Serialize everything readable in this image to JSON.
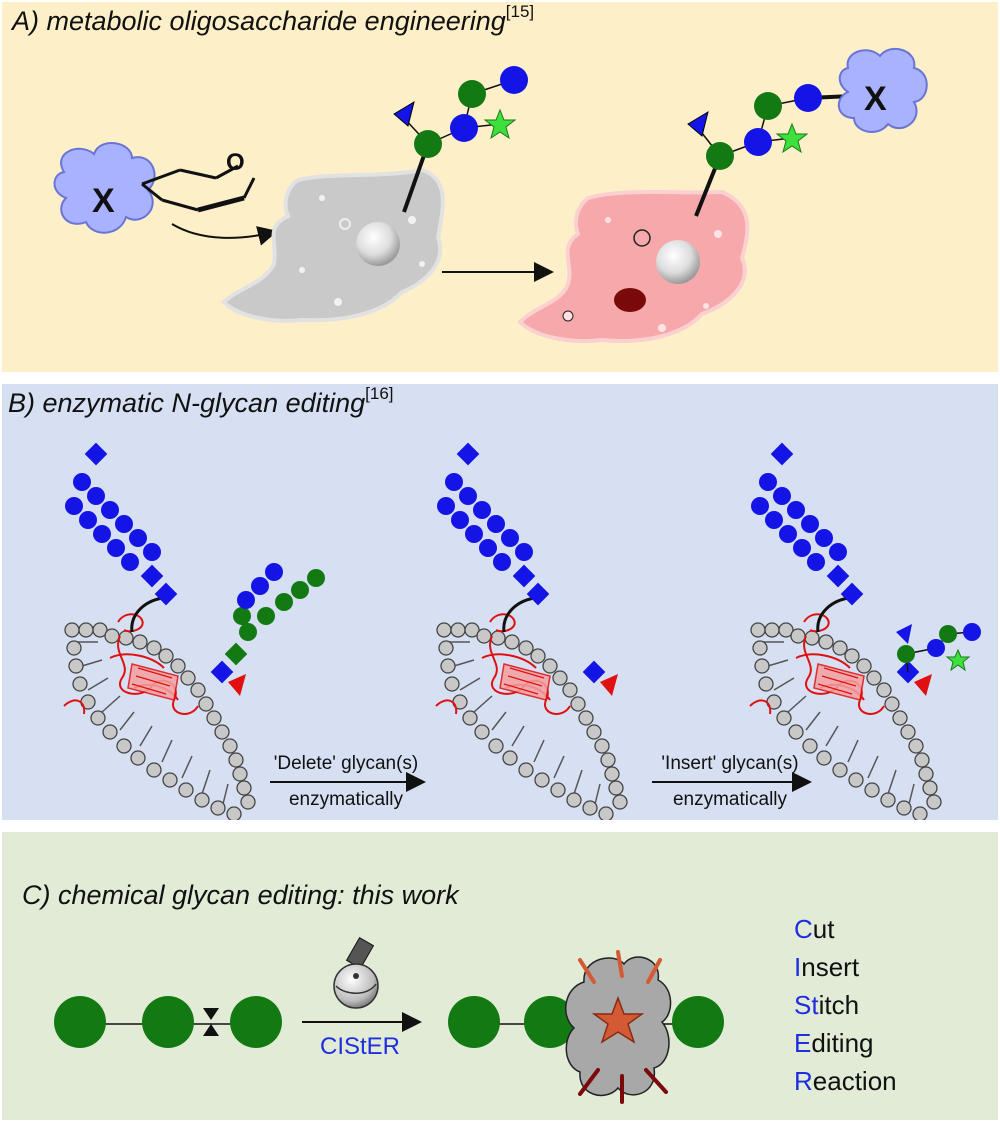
{
  "panel_a": {
    "title": "A) metabolic oligosaccharide engineering",
    "ref": "[15]",
    "payload_label": "X",
    "ring_oxygen_label": "O"
  },
  "panel_b": {
    "title": "B) enzymatic N-glycan editing",
    "ref": "[16]",
    "step1_line1": "'Delete' glycan(s)",
    "step1_line2": "enzymatically",
    "step2_line1": "'Insert' glycan(s)",
    "step2_line2": "enzymatically"
  },
  "panel_c": {
    "title": "C) chemical glycan editing: this work",
    "reagent_label": "CIStER",
    "acronym": [
      {
        "cap": "C",
        "rest": "ut"
      },
      {
        "cap": "I",
        "rest": "nsert"
      },
      {
        "cap": "St",
        "rest": "itch"
      },
      {
        "cap": "E",
        "rest": "diting"
      },
      {
        "cap": "R",
        "rest": "eaction"
      }
    ]
  },
  "colors": {
    "panel_a_bg": "#fdefc8",
    "panel_b_bg": "#d6e0f2",
    "panel_c_bg": "#e2ebd6",
    "mannose_green": "#137a13",
    "glcnac_blue": "#1414e6",
    "fucose_red": "#e01010",
    "sialic_star": "#3de03d",
    "acronym_blue": "#1f2ee0"
  }
}
